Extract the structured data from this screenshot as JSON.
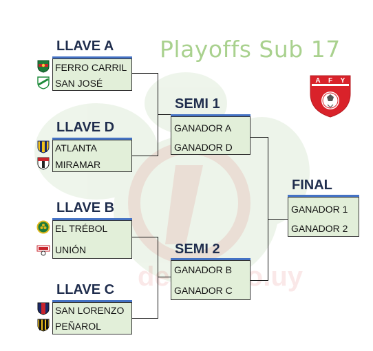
{
  "title": "Playoffs Sub 17",
  "watermark": "deportivo.uy",
  "logo": {
    "letters": [
      "A",
      "F",
      "Y"
    ],
    "colors": {
      "red": "#d9222a",
      "white": "#ffffff"
    }
  },
  "colors": {
    "heading": "#1f2d4d",
    "rule": "#4472c4",
    "box_fill": "#e2efd9",
    "title": "#a9d18e"
  },
  "llaves": [
    {
      "heading": "LLAVE A",
      "teams": [
        {
          "name": "FERRO CARRIL",
          "icon": "ferro-carril-crest-icon"
        },
        {
          "name": "SAN JOSÉ",
          "icon": "san-jose-crest-icon"
        }
      ]
    },
    {
      "heading": "LLAVE D",
      "teams": [
        {
          "name": "ATLANTA",
          "icon": "atlanta-crest-icon"
        },
        {
          "name": "MIRAMAR",
          "icon": "miramar-crest-icon"
        }
      ]
    },
    {
      "heading": "LLAVE B",
      "teams": [
        {
          "name": "EL TRÉBOL",
          "icon": "el-trebol-crest-icon"
        },
        {
          "name": "UNIÓN",
          "icon": "union-crest-icon"
        }
      ]
    },
    {
      "heading": "LLAVE C",
      "teams": [
        {
          "name": "SAN LORENZO",
          "icon": "san-lorenzo-crest-icon"
        },
        {
          "name": "PEÑAROL",
          "icon": "penarol-crest-icon"
        }
      ]
    }
  ],
  "semis": [
    {
      "heading": "SEMI 1",
      "slots": [
        "GANADOR A",
        "GANADOR D"
      ]
    },
    {
      "heading": "SEMI 2",
      "slots": [
        "GANADOR B",
        "GANADOR C"
      ]
    }
  ],
  "final": {
    "heading": "FINAL",
    "slots": [
      "GANADOR 1",
      "GANADOR 2"
    ]
  }
}
